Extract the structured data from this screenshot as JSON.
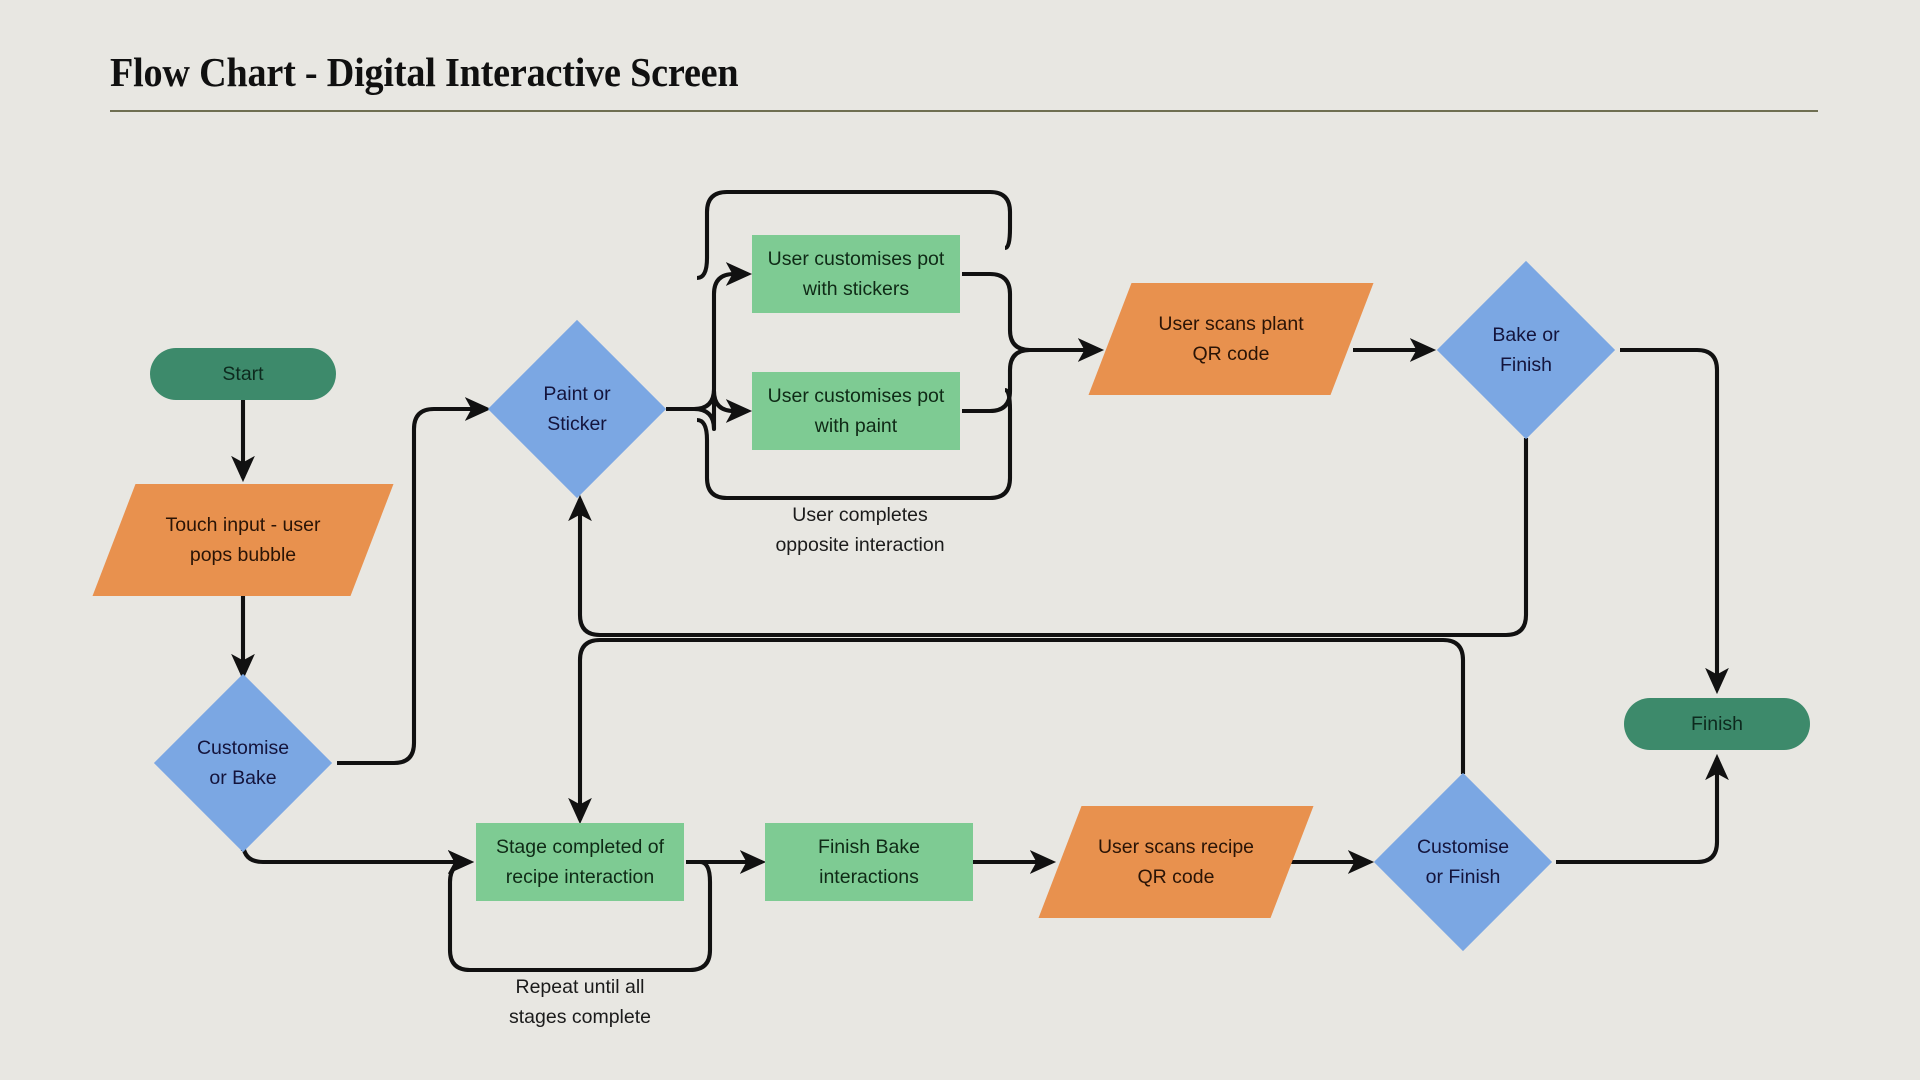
{
  "header": {
    "title": "Flow Chart - Digital Interactive Screen"
  },
  "palette": {
    "background": "#e8e7e2",
    "terminator": "#3d8a6b",
    "process": "#7ecb93",
    "io": "#e8914e",
    "decision": "#7ba7e3",
    "connector": "#111111",
    "rule": "#6f6f52",
    "title_text": "#101010"
  },
  "chart_data": {
    "type": "flowchart",
    "title": "Flow Chart - Digital Interactive Screen",
    "nodes": [
      {
        "id": "start",
        "shape": "terminator",
        "label": "Start",
        "color": "#3d8a6b"
      },
      {
        "id": "touch-input",
        "shape": "io",
        "label": "Touch input - user\npops bubble",
        "color": "#e8914e"
      },
      {
        "id": "customise-or-bake",
        "shape": "decision",
        "label": "Customise\nor Bake",
        "color": "#7ba7e3"
      },
      {
        "id": "paint-or-sticker",
        "shape": "decision",
        "label": "Paint or\nSticker",
        "color": "#7ba7e3"
      },
      {
        "id": "pot-stickers",
        "shape": "process",
        "label": "User customises pot\nwith stickers",
        "color": "#7ecb93"
      },
      {
        "id": "pot-paint",
        "shape": "process",
        "label": "User customises pot\nwith paint",
        "color": "#7ecb93"
      },
      {
        "id": "scan-plant-qr",
        "shape": "io",
        "label": "User scans plant\nQR code",
        "color": "#e8914e"
      },
      {
        "id": "bake-or-finish",
        "shape": "decision",
        "label": "Bake or\nFinish",
        "color": "#7ba7e3"
      },
      {
        "id": "finish",
        "shape": "terminator",
        "label": "Finish",
        "color": "#3d8a6b"
      },
      {
        "id": "stage-completed",
        "shape": "process",
        "label": "Stage completed of\nrecipe interaction",
        "color": "#7ecb93"
      },
      {
        "id": "finish-bake",
        "shape": "process",
        "label": "Finish Bake\ninteractions",
        "color": "#7ecb93"
      },
      {
        "id": "scan-recipe-qr",
        "shape": "io",
        "label": "User scans recipe\nQR code",
        "color": "#e8914e"
      },
      {
        "id": "customise-or-finish",
        "shape": "decision",
        "label": "Customise\nor Finish",
        "color": "#7ba7e3"
      }
    ],
    "annotations": [
      {
        "id": "opposite-interaction",
        "label": "User completes\nopposite interaction"
      },
      {
        "id": "repeat-stages",
        "label": "Repeat until all\nstages complete"
      }
    ],
    "edges": [
      {
        "from": "start",
        "to": "touch-input",
        "label": ""
      },
      {
        "from": "touch-input",
        "to": "customise-or-bake",
        "label": ""
      },
      {
        "from": "customise-or-bake",
        "to": "paint-or-sticker",
        "label": ""
      },
      {
        "from": "customise-or-bake",
        "to": "stage-completed",
        "label": ""
      },
      {
        "from": "paint-or-sticker",
        "to": "pot-stickers",
        "label": ""
      },
      {
        "from": "paint-or-sticker",
        "to": "pot-paint",
        "label": ""
      },
      {
        "from": "pot-stickers",
        "to": "scan-plant-qr",
        "label": ""
      },
      {
        "from": "pot-paint",
        "to": "scan-plant-qr",
        "label": ""
      },
      {
        "from": "pot-stickers",
        "to": "pot-paint",
        "label": "User completes opposite interaction"
      },
      {
        "from": "pot-paint",
        "to": "pot-stickers",
        "label": "User completes opposite interaction"
      },
      {
        "from": "scan-plant-qr",
        "to": "bake-or-finish",
        "label": ""
      },
      {
        "from": "bake-or-finish",
        "to": "finish",
        "label": ""
      },
      {
        "from": "bake-or-finish",
        "to": "paint-or-sticker",
        "label": ""
      },
      {
        "from": "stage-completed",
        "to": "finish-bake",
        "label": ""
      },
      {
        "from": "stage-completed",
        "to": "stage-completed",
        "label": "Repeat until all stages complete"
      },
      {
        "from": "finish-bake",
        "to": "scan-recipe-qr",
        "label": ""
      },
      {
        "from": "scan-recipe-qr",
        "to": "customise-or-finish",
        "label": ""
      },
      {
        "from": "customise-or-finish",
        "to": "finish",
        "label": ""
      },
      {
        "from": "customise-or-finish",
        "to": "stage-completed",
        "label": ""
      }
    ]
  },
  "nodes": {
    "start": {
      "label": "Start"
    },
    "touch_input": {
      "label": "Touch input - user\npops bubble"
    },
    "customise_or_bake": {
      "label": "Customise\nor Bake"
    },
    "paint_or_sticker": {
      "label": "Paint or\nSticker"
    },
    "pot_stickers": {
      "label": "User customises pot\nwith stickers"
    },
    "pot_paint": {
      "label": "User customises pot\nwith paint"
    },
    "scan_plant_qr": {
      "label": "User scans plant\nQR code"
    },
    "bake_or_finish": {
      "label": "Bake or\nFinish"
    },
    "finish": {
      "label": "Finish"
    },
    "stage_completed": {
      "label": "Stage completed of\nrecipe interaction"
    },
    "finish_bake": {
      "label": "Finish Bake\ninteractions"
    },
    "scan_recipe_qr": {
      "label": "User scans recipe\nQR code"
    },
    "customise_or_finish": {
      "label": "Customise\nor Finish"
    }
  },
  "annotations": {
    "opposite_interaction": {
      "label": "User completes\nopposite interaction"
    },
    "repeat_stages": {
      "label": "Repeat until all\nstages complete"
    }
  }
}
